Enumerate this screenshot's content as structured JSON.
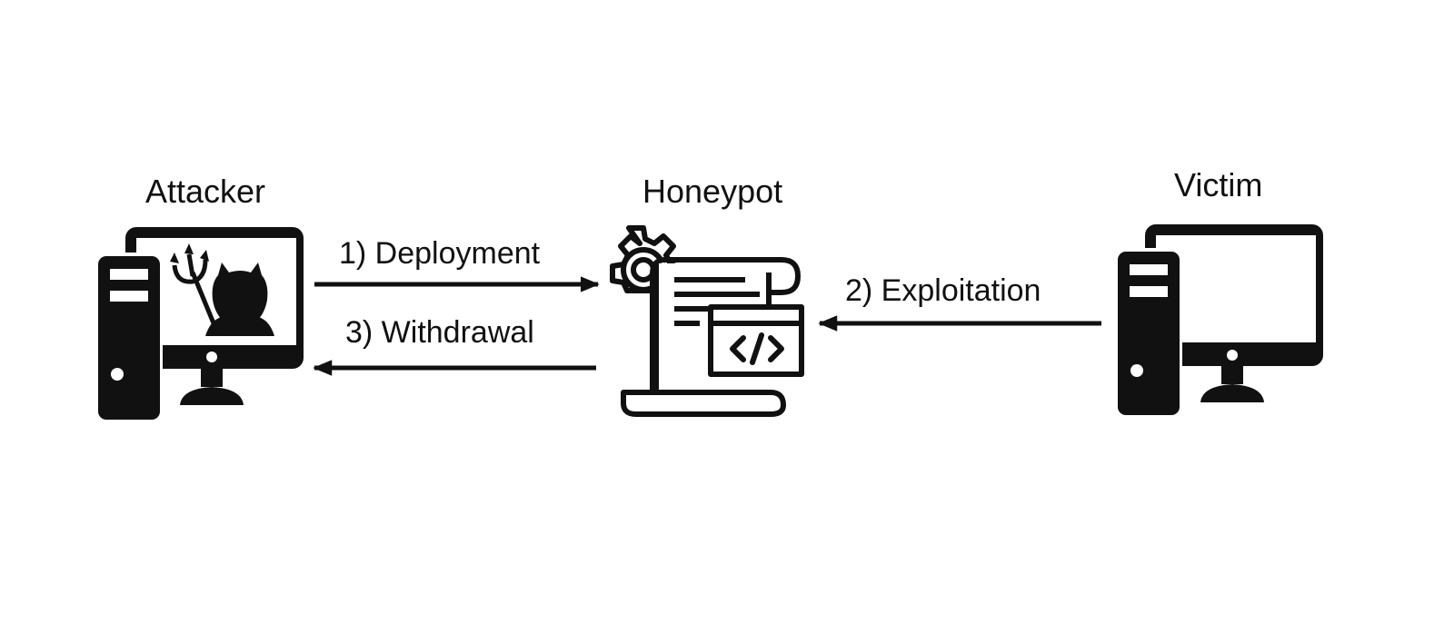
{
  "nodes": {
    "attacker": {
      "label": "Attacker",
      "icon": "attacker-computer-icon"
    },
    "honeypot": {
      "label": "Honeypot",
      "icon": "honeypot-code-scroll-icon"
    },
    "victim": {
      "label": "Victim",
      "icon": "victim-computer-icon"
    }
  },
  "edges": {
    "deployment": {
      "label": "1) Deployment",
      "from": "Attacker",
      "to": "Honeypot"
    },
    "exploitation": {
      "label": "2) Exploitation",
      "from": "Victim",
      "to": "Honeypot"
    },
    "withdrawal": {
      "label": "3) Withdrawal",
      "from": "Honeypot",
      "to": "Attacker"
    }
  },
  "colors": {
    "ink": "#111111",
    "background": "#ffffff"
  }
}
